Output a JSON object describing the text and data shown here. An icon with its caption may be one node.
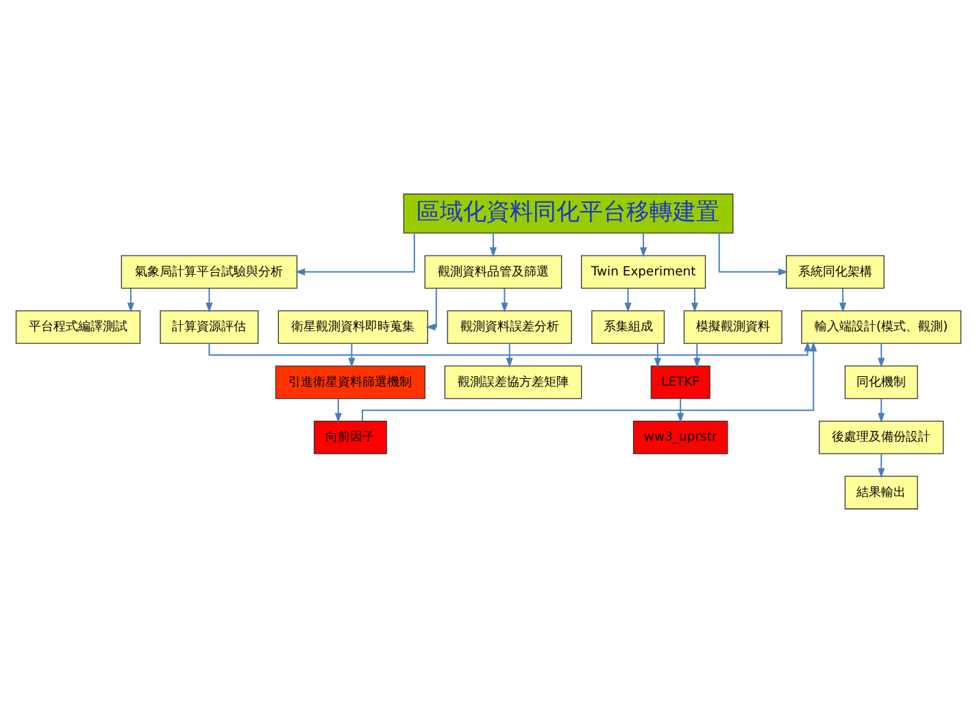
{
  "diagram": {
    "nodes": [
      {
        "text": [
          "區域化資料同化平台移轉建置"
        ]
      },
      {
        "text": [
          "氣象局計算平台試驗與分析"
        ]
      },
      {
        "text": [
          "觀測資料品管及篩選"
        ]
      },
      {
        "text": [
          "Twin Experiment"
        ]
      },
      {
        "text": [
          "系統同化架構"
        ]
      },
      {
        "text": [
          "平台程式編譯測試"
        ]
      },
      {
        "text": [
          "計算資源評估"
        ]
      },
      {
        "text": [
          "衛星觀測資料即時蒐集"
        ]
      },
      {
        "text": [
          "觀測資料誤差分析"
        ]
      },
      {
        "text": [
          "引進衛星資料篩選機制"
        ]
      },
      {
        "text": [
          "向前因子"
        ]
      },
      {
        "text": [
          "觀測誤差協方差矩陣"
        ]
      },
      {
        "text": [
          "系集組成"
        ]
      },
      {
        "text": [
          "模擬觀測資料"
        ]
      },
      {
        "text": [
          "LETKF"
        ]
      },
      {
        "text": [
          "ww3_uprstr"
        ]
      },
      {
        "text": [
          "輸入端設計(模式、觀測)"
        ]
      },
      {
        "text": [
          "同化機制"
        ]
      },
      {
        "text": [
          "後處理及備份設計"
        ]
      },
      {
        "text": [
          "結果輸出"
        ]
      }
    ],
    "edges": [
      {
        "from": 0,
        "to": 1,
        "arrow": "to"
      },
      {
        "from": 0,
        "to": 2,
        "arrow": "to"
      },
      {
        "from": 0,
        "to": 3,
        "arrow": "to"
      },
      {
        "from": 0,
        "to": 4,
        "arrow": "to"
      },
      {
        "from": 1,
        "to": 5,
        "arrow": "to"
      },
      {
        "from": 1,
        "to": 6,
        "arrow": "to"
      },
      {
        "from": 2,
        "to": 7,
        "arrow": "to"
      },
      {
        "from": 2,
        "to": 8,
        "arrow": "to"
      },
      {
        "from": 7,
        "to": 9,
        "arrow": "to"
      },
      {
        "from": 9,
        "to": 10,
        "arrow": "to"
      },
      {
        "from": 8,
        "to": 11,
        "arrow": "to"
      },
      {
        "from": 3,
        "to": 12,
        "arrow": "to"
      },
      {
        "from": 3,
        "to": 13,
        "arrow": "to"
      },
      {
        "from": 12,
        "to": 14,
        "arrow": "to"
      },
      {
        "from": 13,
        "to": 14,
        "arrow": "to"
      },
      {
        "from": 14,
        "to": 15,
        "arrow": "to"
      },
      {
        "from": 4,
        "to": 16,
        "arrow": "to"
      },
      {
        "from": 16,
        "to": 17,
        "arrow": "to"
      },
      {
        "from": 17,
        "to": 18,
        "arrow": "to"
      },
      {
        "from": 18,
        "to": 19,
        "arrow": "to"
      },
      {
        "from": 6,
        "to": 16,
        "arrow": "to"
      },
      {
        "from": 10,
        "to": 16,
        "arrow": "to"
      }
    ]
  }
}
